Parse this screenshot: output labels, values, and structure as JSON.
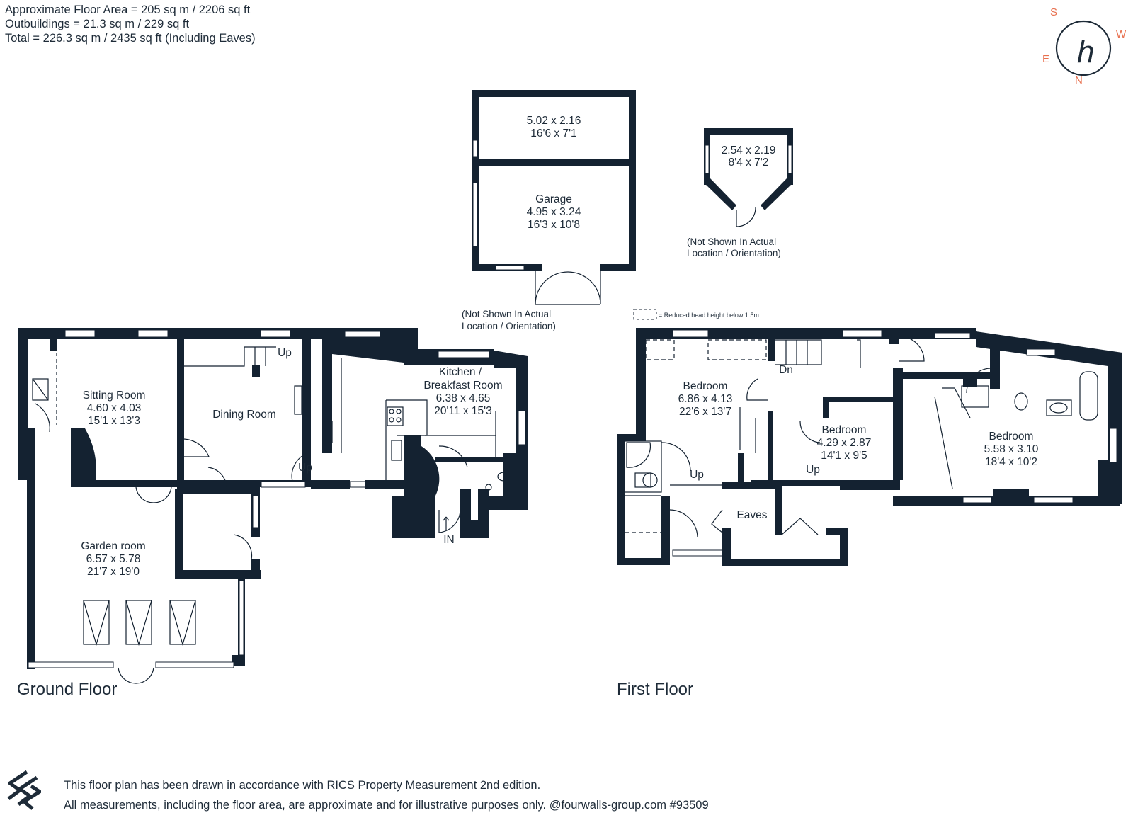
{
  "area_info": {
    "line1": "Approximate Floor Area = 205 sq m / 2206 sq ft",
    "line2": "Outbuildings = 21.3 sq m / 229 sq ft",
    "line3": "Total = 226.3 sq m / 2435 sq ft (Including Eaves)"
  },
  "compass": {
    "s": "S",
    "w": "W",
    "e": "E",
    "n": "N",
    "mark": "h",
    "accent": "#e8704f"
  },
  "outbuildings": {
    "store": {
      "dim_m": "5.02 x 2.16",
      "dim_ft": "16'6 x 7'1"
    },
    "garage": {
      "name": "Garage",
      "dim_m": "4.95 x 3.24",
      "dim_ft": "16'3 x 10'8"
    },
    "garage_note_1": "(Not Shown In Actual",
    "garage_note_2": "Location / Orientation)",
    "summerhouse": {
      "dim_m": "2.54 x 2.19",
      "dim_ft": "8'4 x 7'2"
    },
    "summer_note_1": "(Not Shown In Actual",
    "summer_note_2": "Location / Orientation)"
  },
  "legend": {
    "reduced_head": "= Reduced head height below 1.5m"
  },
  "ground_floor": {
    "title": "Ground Floor",
    "sitting": {
      "name": "Sitting Room",
      "dim_m": "4.60 x 4.03",
      "dim_ft": "15'1 x 13'3"
    },
    "dining": {
      "name": "Dining Room"
    },
    "kitchen": {
      "name_1": "Kitchen /",
      "name_2": "Breakfast  Room",
      "dim_m": "6.38 x 4.65",
      "dim_ft": "20'11 x 15'3"
    },
    "garden": {
      "name": "Garden room",
      "dim_m": "6.57 x 5.78",
      "dim_ft": "21'7 x 19'0"
    },
    "up_1": "Up",
    "up_2": "Up",
    "in": "IN"
  },
  "first_floor": {
    "title": "First Floor",
    "bed1": {
      "name": "Bedroom",
      "dim_m": "6.86 x 4.13",
      "dim_ft": "22'6 x 13'7"
    },
    "bed2": {
      "name": "Bedroom",
      "dim_m": "4.29 x 2.87",
      "dim_ft": "14'1 x 9'5"
    },
    "bed3": {
      "name": "Bedroom",
      "dim_m": "5.58 x 3.10",
      "dim_ft": "18'4 x 10'2"
    },
    "eaves": "Eaves",
    "dn": "Dn",
    "up_1": "Up",
    "up_2": "Up"
  },
  "footer": {
    "line1": "This floor plan has been drawn in accordance with RICS Property Measurement 2nd edition.",
    "line2": "All measurements, including the floor area, are approximate and for illustrative purposes only. @fourwalls-group.com #93509"
  },
  "colors": {
    "wall": "#142231",
    "text": "#1e2b38",
    "compass_accent": "#e8704f"
  }
}
